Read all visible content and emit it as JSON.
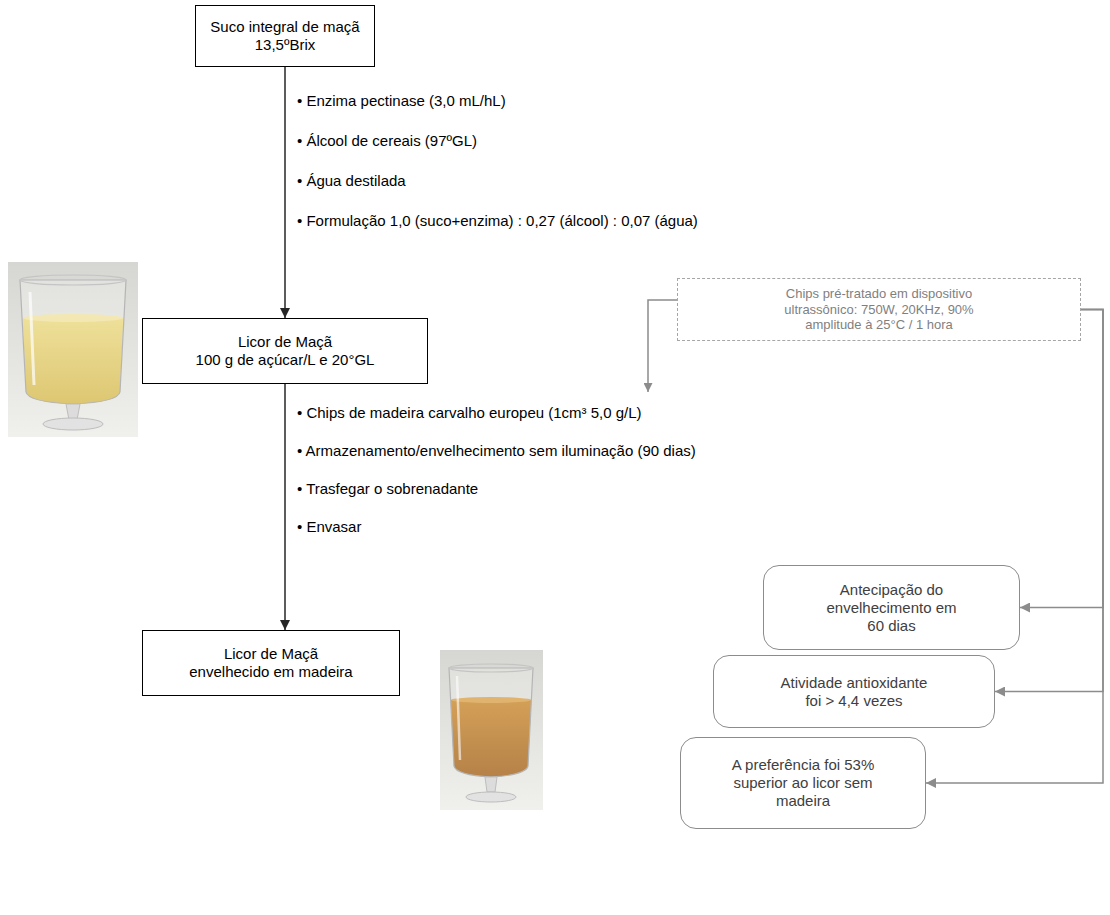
{
  "diagram": {
    "nodes": [
      {
        "text": [
          "Suco integral de maçã",
          "13,5ºBrix"
        ]
      },
      {
        "text": [
          "Licor de Maçã",
          "100 g de açúcar/L e 20°GL"
        ]
      },
      {
        "text": [
          "Chips pré-tratado em dispositivo ultrassônico: 750W, 20KHz, 90% amplitude à 25°C / 1 hora"
        ]
      },
      {
        "text": [
          "Licor de Maçã envelhecido em madeira"
        ]
      },
      {
        "text": [
          "Antecipação do envelhecimento em 60 dias"
        ]
      },
      {
        "text": [
          "Atividade antioxidante foi > 4,4 vezes"
        ]
      },
      {
        "text": [
          "A preferência foi 53% superior ao licor sem madeira"
        ]
      }
    ],
    "edges": [
      {
        "from": 0,
        "to": 1,
        "arrow": "to"
      },
      {
        "from": 1,
        "to": 3,
        "arrow": "to"
      },
      {
        "from": 2,
        "to": 4,
        "arrow": "to"
      },
      {
        "from": 2,
        "to": 5,
        "arrow": "to"
      },
      {
        "from": 2,
        "to": 6,
        "arrow": "to"
      }
    ],
    "labels": [
      "• Enzima pectinase (3,0 mL/hL)",
      "• Álcool de cereais (97ºGL)",
      "• Água destilada",
      "• Formulação 1,0 (suco+enzima) : 0,27 (álcool) : 0,07 (água)",
      "• Chips de madeira carvalho europeu (1cm³ 5,0 g/L)",
      "• Armazenamento/envelhecimento sem iluminação (90 dias)",
      "• Trasfegar o sobrenadante",
      "• Envasar"
    ]
  }
}
